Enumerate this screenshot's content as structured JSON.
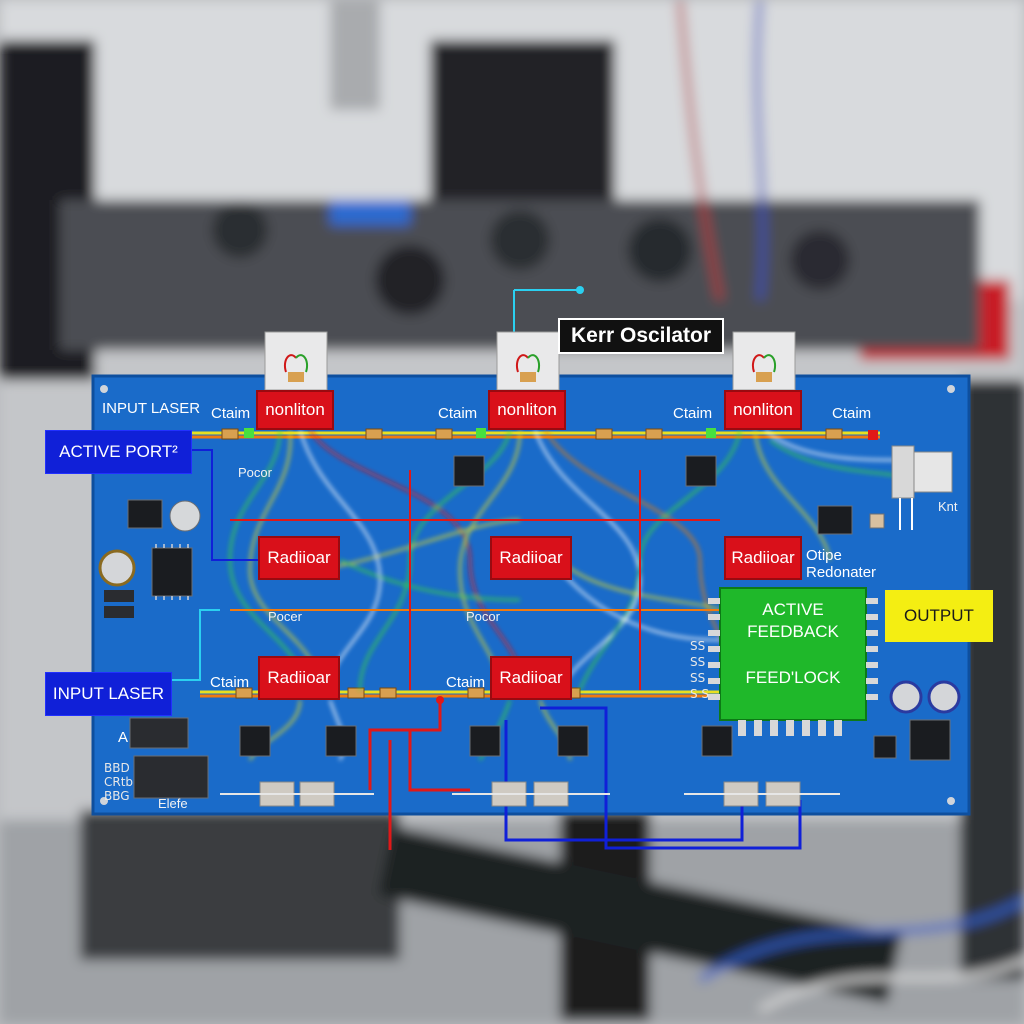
{
  "diagram": {
    "callouts": {
      "kerr_oscillator": "Kerr Oscilator",
      "active_port": "ACTIVE PORT²",
      "input_laser_callout": "INPUT LASER",
      "output": "OUTPUT"
    },
    "board_labels": {
      "input_laser_board": "INPUT LASER",
      "ctaim_1": "Ctaim",
      "ctaim_2": "Ctaim",
      "ctaim_3": "Ctaim",
      "ctaim_4": "Ctaim",
      "ctaim_5": "Ctaim",
      "ctaim_6": "Ctaim",
      "pocor_1": "Pocor",
      "pocer_2": "Pocer",
      "pocor_3": "Pocor",
      "knt": "Knt",
      "otipe": "Otipe",
      "redonater": "Redonater",
      "a_label": "A",
      "bbd_1": "BBD",
      "bbd_2": "CRtb",
      "bbd_3": "BBG",
      "elefe": "Elefe",
      "chip_pin_1": "SS",
      "chip_pin_2": "SS",
      "chip_pin_3": "SS",
      "chip_pin_4": "S S"
    },
    "nonlinear_blocks": [
      "nonliton",
      "nonliton",
      "nonliton"
    ],
    "resonator_blocks": [
      "Radiioar",
      "Radiioar",
      "Radiioar",
      "Radiioar",
      "Radiioar"
    ],
    "feedback_chip": {
      "line1": "ACTIVE",
      "line2": "FEEDBACK",
      "line3": "FEED'LOCK"
    },
    "colors": {
      "board": "#1a6bc9",
      "board_edge": "#0e4f9e",
      "red_block": "#d9101a",
      "green_chip": "#1fb82a",
      "callout_blue": "#1020d8",
      "callout_yellow": "#f4ee12",
      "trace_yellow": "#e8e020",
      "trace_orange": "#f07a10",
      "trace_green": "#3ed83a",
      "trace_red": "#e01818"
    }
  }
}
